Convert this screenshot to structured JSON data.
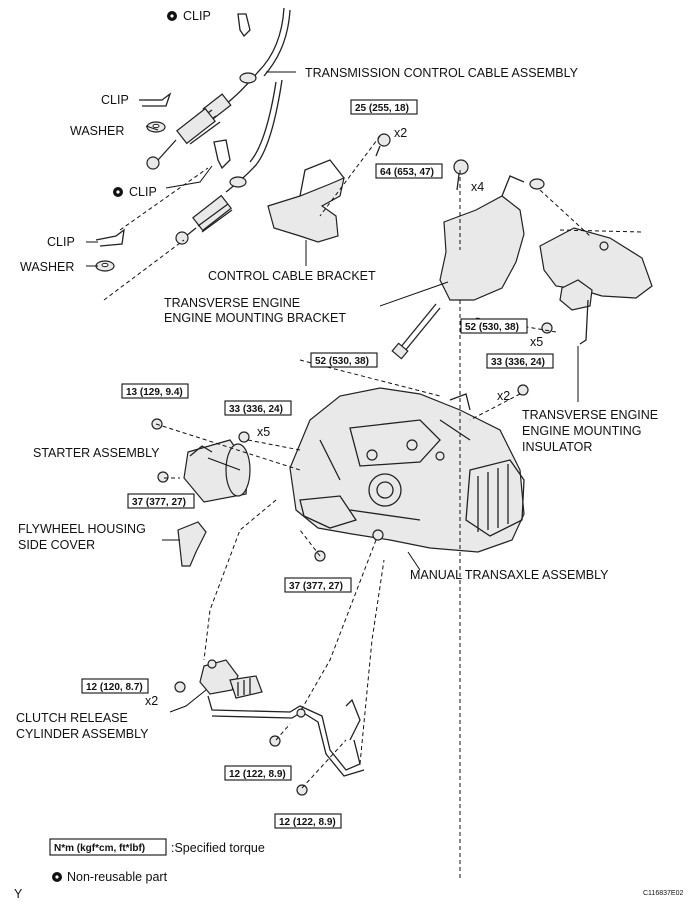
{
  "labels": {
    "clip_top": "CLIP",
    "transmission_cable": "TRANSMISSION CONTROL CABLE ASSEMBLY",
    "clip_2": "CLIP",
    "washer_1": "WASHER",
    "clip_3": "CLIP",
    "clip_4": "CLIP",
    "washer_2": "WASHER",
    "control_cable_bracket": "CONTROL CABLE BRACKET",
    "bracket_line1": "TRANSVERSE ENGINE",
    "bracket_line2": "ENGINE MOUNTING BRACKET",
    "insulator_line1": "TRANSVERSE ENGINE",
    "insulator_line2": "ENGINE MOUNTING",
    "insulator_line3": "INSULATOR",
    "starter": "STARTER ASSEMBLY",
    "flywheel_line1": "FLYWHEEL HOUSING",
    "flywheel_line2": "SIDE COVER",
    "transaxle": "MANUAL TRANSAXLE ASSEMBLY",
    "clutch_line1": "CLUTCH RELEASE",
    "clutch_line2": "CYLINDER ASSEMBLY"
  },
  "torques": {
    "t1": "25 (255, 18)",
    "t2": "64 (653, 47)",
    "t3": "52 (530, 38)",
    "t4": "52 (530, 38)",
    "t5": "33 (336, 24)",
    "t6": "13 (129, 9.4)",
    "t7": "33 (336, 24)",
    "t8": "37 (377, 27)",
    "t9": "37 (377, 27)",
    "t10": "12 (120, 8.7)",
    "t11": "12 (122, 8.9)",
    "t12": "12 (122, 8.9)"
  },
  "qty": {
    "q1": "x2",
    "q2": "x4",
    "q3": "x5",
    "q4": "x2",
    "q5": "x5",
    "q6": "x2"
  },
  "legend": {
    "unit_box": "N*m (kgf*cm, ft*lbf)",
    "unit_desc": ":Specified torque",
    "nonreusable": "Non-reusable part"
  },
  "footer": {
    "corner_letter": "Y",
    "figure_code": "C116837E02"
  }
}
